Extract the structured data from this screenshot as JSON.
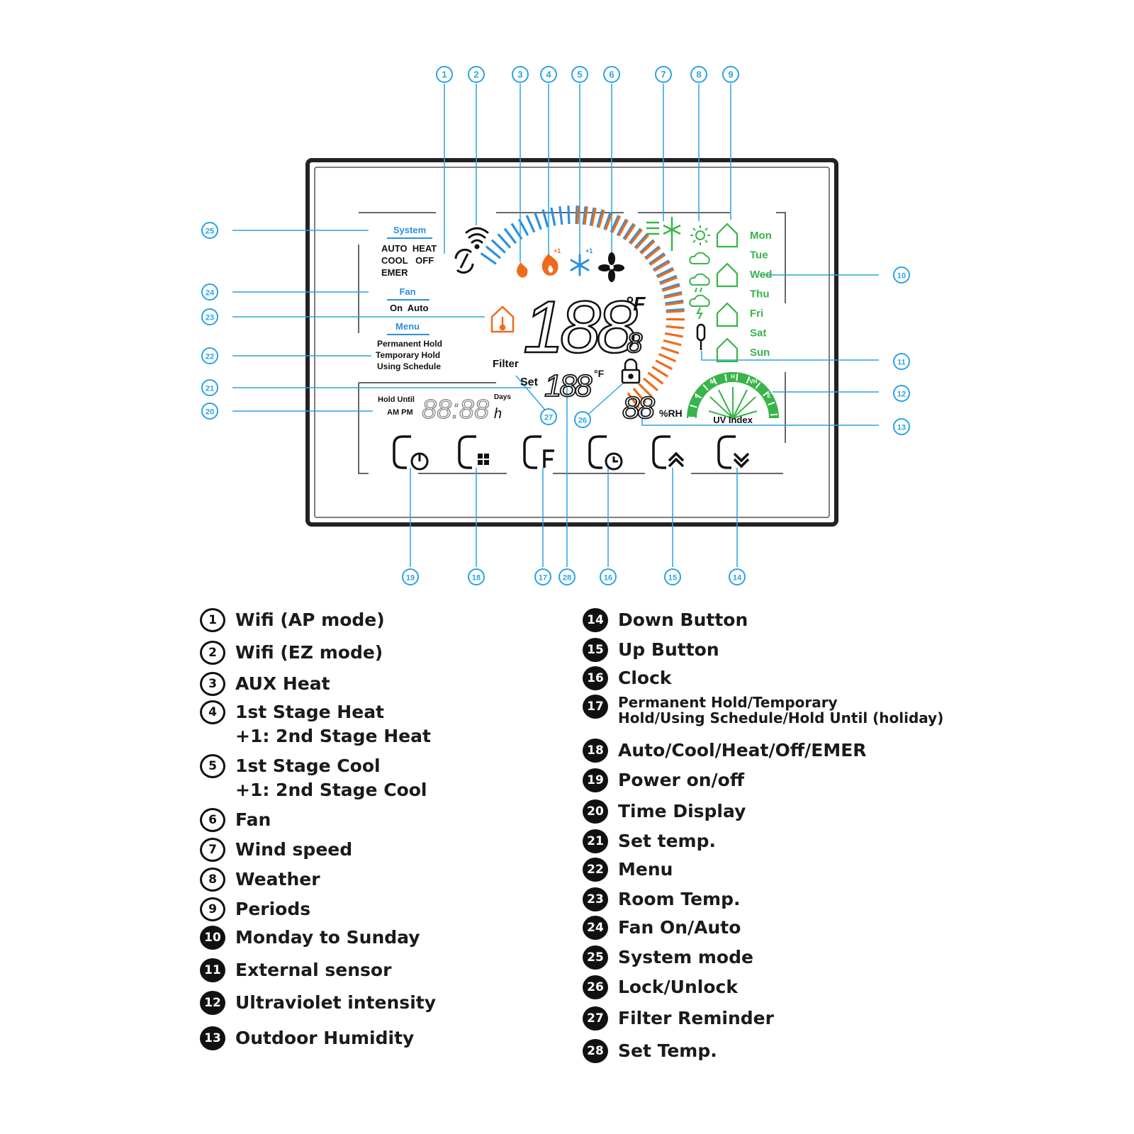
{
  "colors": {
    "callout_blue": "#29a3e6",
    "lcd_blue": "#2b8fe0",
    "lcd_orange": "#ee6b1c",
    "lcd_green": "#38b449",
    "frame": "#222222"
  },
  "callouts": {
    "top": [
      "1",
      "2",
      "3",
      "4",
      "5",
      "6",
      "7",
      "8",
      "9"
    ],
    "right": [
      "10",
      "11",
      "12",
      "13"
    ],
    "left": [
      "25",
      "24",
      "23",
      "22",
      "21",
      "20"
    ],
    "bottom": [
      "19",
      "18",
      "17",
      "28",
      "16",
      "15",
      "14"
    ],
    "inner": [
      "27",
      "26"
    ]
  },
  "lcd": {
    "system_header": "System",
    "system_modes": [
      "AUTO  HEAT",
      "COOL   OFF",
      "EMER"
    ],
    "fan_header": "Fan",
    "fan_modes": "On  Auto",
    "menu_header": "Menu",
    "menu_items": [
      "Permanent Hold",
      "Temporary Hold",
      "Using Schedule"
    ],
    "hold_until": "Hold Until",
    "am_pm": "AM PM",
    "time_digits": "88:88",
    "days": "Days",
    "hours_unit": "h",
    "room_temp_digits": "188",
    "room_temp_decimal": "8",
    "deg_f": "°F",
    "filter": "Filter",
    "set_label": "Set",
    "set_temp_digits": "188",
    "set_deg": "°F",
    "humidity_digits": "88",
    "humidity_unit": "%RH",
    "stage_plus": "+1",
    "weekdays": [
      "Mon",
      "Tue",
      "Wed",
      "Thu",
      "Fri",
      "Sat",
      "Sun"
    ],
    "uv_index": "UV Index",
    "uv_letters": [
      "L",
      "M",
      "H",
      "VH",
      "E"
    ]
  },
  "buttons": [
    {
      "icon": "power-icon"
    },
    {
      "icon": "grid-icon"
    },
    {
      "icon": "f-icon"
    },
    {
      "icon": "clock-icon"
    },
    {
      "icon": "up-arrow-icon"
    },
    {
      "icon": "down-arrow-icon"
    }
  ],
  "legend_left": [
    {
      "num": "1",
      "text": "Wifi  (AP mode)"
    },
    {
      "num": "2",
      "text": "Wifi  (EZ mode)"
    },
    {
      "num": "3",
      "text": "AUX Heat"
    },
    {
      "num": "4",
      "text": "1st Stage Heat\n+1: 2nd Stage Heat"
    },
    {
      "num": "5",
      "text": "1st Stage Cool\n+1: 2nd Stage Cool"
    },
    {
      "num": "6",
      "text": "Fan"
    },
    {
      "num": "7",
      "text": "Wind speed"
    },
    {
      "num": "8",
      "text": "Weather"
    },
    {
      "num": "9",
      "text": "Periods"
    },
    {
      "num": "10",
      "text": "Monday to Sunday"
    },
    {
      "num": "11",
      "text": "External sensor"
    },
    {
      "num": "12",
      "text": "Ultraviolet intensity"
    },
    {
      "num": "13",
      "text": "Outdoor Humidity"
    }
  ],
  "legend_right": [
    {
      "num": "14",
      "text": "Down Button"
    },
    {
      "num": "15",
      "text": "Up Button"
    },
    {
      "num": "16",
      "text": "Clock"
    },
    {
      "num": "17",
      "text": "Permanent Hold/Temporary\nHold/Using Schedule/Hold Until (holiday)"
    },
    {
      "num": "18",
      "text": "Auto/Cool/Heat/Off/EMER"
    },
    {
      "num": "19",
      "text": "Power on/off"
    },
    {
      "num": "20",
      "text": "Time Display"
    },
    {
      "num": "21",
      "text": "Set temp."
    },
    {
      "num": "22",
      "text": "Menu"
    },
    {
      "num": "23",
      "text": "Room Temp."
    },
    {
      "num": "24",
      "text": "Fan On/Auto"
    },
    {
      "num": "25",
      "text": "System mode"
    },
    {
      "num": "26",
      "text": "Lock/Unlock"
    },
    {
      "num": "27",
      "text": "Filter Reminder"
    },
    {
      "num": "28",
      "text": "Set Temp."
    }
  ]
}
